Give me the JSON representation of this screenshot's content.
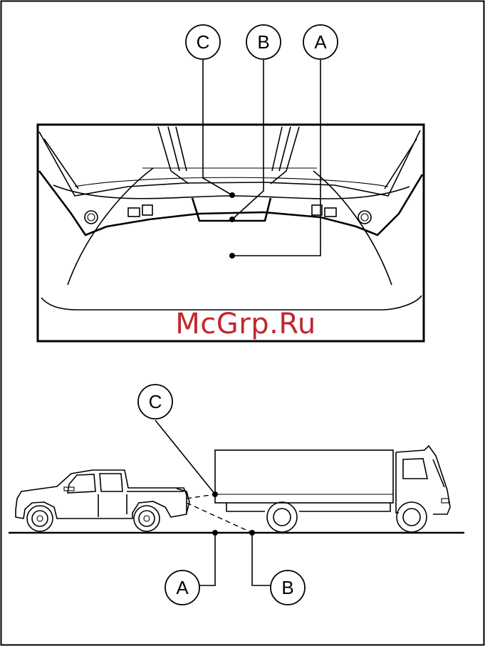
{
  "labels": {
    "top_a": "A",
    "top_b": "B",
    "top_c": "C",
    "bottom_a": "A",
    "bottom_b": "B",
    "bottom_c": "C"
  },
  "watermark": "McGrp.Ru",
  "colors": {
    "ink": "#000000",
    "watermark": "#c0282e",
    "background": "#ffffff"
  }
}
